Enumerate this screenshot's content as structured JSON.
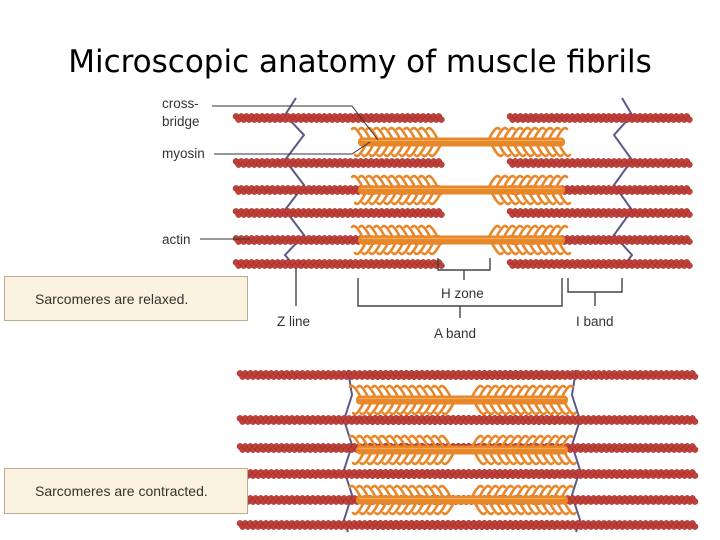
{
  "title": "Microscopic anatomy of muscle fibrils",
  "labels": {
    "cross_bridge_line1": "cross-",
    "cross_bridge_line2": "bridge",
    "myosin": "myosin",
    "actin": "actin",
    "h_zone": "H zone",
    "z_line": "Z line",
    "a_band": "A band",
    "i_band": "I band"
  },
  "captions": {
    "relaxed": "Sarcomeres are relaxed.",
    "contracted": "Sarcomeres are contracted."
  },
  "colors": {
    "actin": "#c2403a",
    "actin_dark": "#8e2620",
    "myosin": "#e8862a",
    "myosin_light": "#f5ad55",
    "z_line": "#5a5a8a",
    "bracket": "#444444"
  }
}
